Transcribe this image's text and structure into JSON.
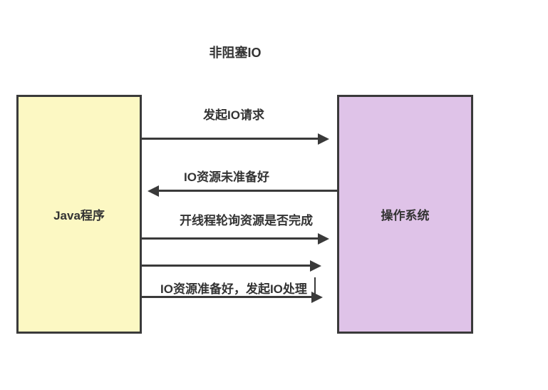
{
  "title": "非阻塞IO",
  "diagram": {
    "background": "#ffffff",
    "line_color": "#3a3a3a",
    "text_color": "#333333",
    "left_box": {
      "label": "Java程序",
      "fill": "#fcf8c3",
      "border_color": "#3a3a3a"
    },
    "right_box": {
      "label": "操作系统",
      "fill": "#dfc3e8",
      "border_color": "#3a3a3a"
    },
    "arrows": [
      {
        "from": "Java程序",
        "to": "操作系统",
        "direction": "right",
        "label": "发起IO请求"
      },
      {
        "from": "操作系统",
        "to": "Java程序",
        "direction": "left",
        "label": "IO资源未准备好"
      },
      {
        "from": "Java程序",
        "to": "操作系统",
        "direction": "right",
        "label": "开线程轮询资源是否完成"
      },
      {
        "from": "Java程序",
        "to": "操作系统",
        "direction": "right",
        "label": ""
      },
      {
        "from": "Java程序",
        "to": "操作系统",
        "direction": "right",
        "label": "IO资源准备好，发起IO处理"
      }
    ]
  }
}
